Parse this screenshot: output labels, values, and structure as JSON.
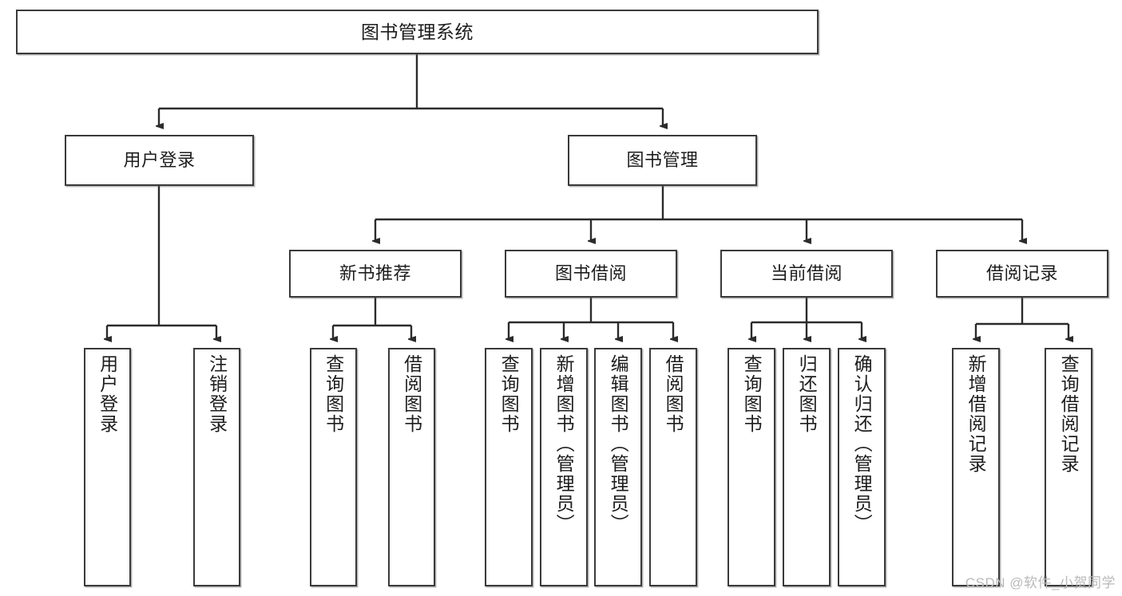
{
  "diagram": {
    "type": "tree",
    "title": "图书管理系统",
    "watermark": "CSDN @软件_小贺同学",
    "colors": {
      "box_border": "#3a3a3a",
      "box_fill": "#ffffff",
      "edge": "#2b2b2b",
      "text": "#1d1d1d",
      "watermark": "#b9b9b9"
    },
    "nodes": {
      "root": {
        "label": "图书管理系统",
        "level": 0
      },
      "l1": [
        {
          "id": "user_login",
          "label": "用户登录",
          "level": 1
        },
        {
          "id": "book_manage",
          "label": "图书管理",
          "level": 1
        }
      ],
      "l2": [
        {
          "id": "new_book_rec",
          "label": "新书推荐",
          "level": 2,
          "parent": "book_manage"
        },
        {
          "id": "book_borrow",
          "label": "图书借阅",
          "level": 2,
          "parent": "book_manage"
        },
        {
          "id": "current_borrow",
          "label": "当前借阅",
          "level": 2,
          "parent": "book_manage"
        },
        {
          "id": "borrow_record",
          "label": "借阅记录",
          "level": 2,
          "parent": "book_manage"
        }
      ],
      "leaves": [
        {
          "id": "leaf_user_login",
          "label": "用户登录",
          "parent": "user_login"
        },
        {
          "id": "leaf_user_logout",
          "label": "注销登录",
          "parent": "user_login"
        },
        {
          "id": "leaf_query_book_1",
          "label": "查询图书",
          "parent": "new_book_rec"
        },
        {
          "id": "leaf_borrow_book_1",
          "label": "借阅图书",
          "parent": "new_book_rec"
        },
        {
          "id": "leaf_query_book_2",
          "label": "查询图书",
          "parent": "book_borrow"
        },
        {
          "id": "leaf_add_book",
          "label": "新增图书（管理员）",
          "parent": "book_borrow"
        },
        {
          "id": "leaf_edit_book",
          "label": "编辑图书（管理员）",
          "parent": "book_borrow"
        },
        {
          "id": "leaf_borrow_book_2",
          "label": "借阅图书",
          "parent": "book_borrow"
        },
        {
          "id": "leaf_query_book_3",
          "label": "查询图书",
          "parent": "current_borrow"
        },
        {
          "id": "leaf_return_book",
          "label": "归还图书",
          "parent": "current_borrow"
        },
        {
          "id": "leaf_confirm_return",
          "label": "确认归还（管理员）",
          "parent": "current_borrow"
        },
        {
          "id": "leaf_add_record",
          "label": "新增借阅记录",
          "parent": "borrow_record"
        },
        {
          "id": "leaf_query_record",
          "label": "查询借阅记录",
          "parent": "borrow_record"
        }
      ]
    }
  }
}
